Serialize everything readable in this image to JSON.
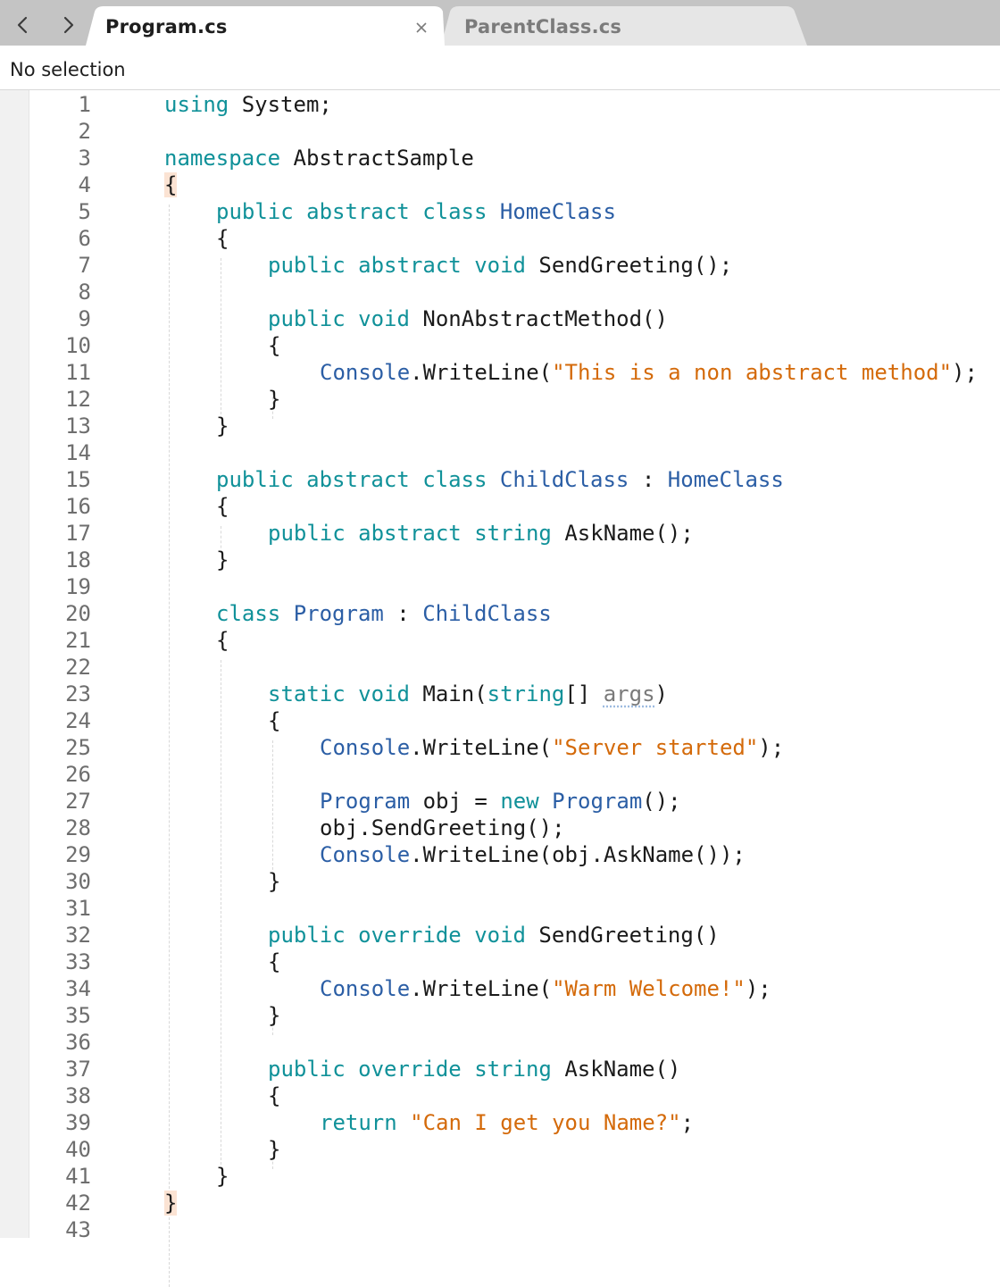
{
  "tabs": [
    {
      "label": "Program.cs",
      "active": true
    },
    {
      "label": "ParentClass.cs",
      "active": false
    }
  ],
  "navigation": {
    "back_icon": "chevron-left-icon",
    "forward_icon": "chevron-right-icon",
    "close_icon": "close-icon"
  },
  "selection_label": "No selection",
  "colors": {
    "keyword": "#109199",
    "type": "#2b5ea5",
    "string": "#d46a0a",
    "text": "#1a1a1a",
    "line_number": "#6e6e6e",
    "brace_highlight": "#fbe3d3"
  },
  "code_lines": [
    {
      "n": "1",
      "indent": 0,
      "tokens": [
        [
          "kw",
          "using"
        ],
        [
          "plain",
          " System;"
        ]
      ]
    },
    {
      "n": "2",
      "indent": 0,
      "tokens": []
    },
    {
      "n": "3",
      "indent": 0,
      "tokens": [
        [
          "kw",
          "namespace"
        ],
        [
          "plain",
          " AbstractSample"
        ]
      ]
    },
    {
      "n": "4",
      "indent": 0,
      "tokens": [
        [
          "brace",
          "{"
        ]
      ]
    },
    {
      "n": "5",
      "indent": 1,
      "tokens": [
        [
          "kw",
          "public abstract class"
        ],
        [
          "plain",
          " "
        ],
        [
          "ty",
          "HomeClass"
        ]
      ]
    },
    {
      "n": "6",
      "indent": 1,
      "tokens": [
        [
          "plain",
          "{"
        ]
      ]
    },
    {
      "n": "7",
      "indent": 2,
      "tokens": [
        [
          "kw",
          "public abstract void"
        ],
        [
          "plain",
          " SendGreeting();"
        ]
      ]
    },
    {
      "n": "8",
      "indent": 0,
      "tokens": []
    },
    {
      "n": "9",
      "indent": 2,
      "tokens": [
        [
          "kw",
          "public void"
        ],
        [
          "plain",
          " NonAbstractMethod()"
        ]
      ]
    },
    {
      "n": "10",
      "indent": 2,
      "tokens": [
        [
          "plain",
          "{"
        ]
      ]
    },
    {
      "n": "11",
      "indent": 3,
      "tokens": [
        [
          "ty",
          "Console"
        ],
        [
          "plain",
          ".WriteLine("
        ],
        [
          "str",
          "\"This is a non abstract method\""
        ],
        [
          "plain",
          ");"
        ]
      ]
    },
    {
      "n": "12",
      "indent": 2,
      "tokens": [
        [
          "plain",
          "}"
        ]
      ]
    },
    {
      "n": "13",
      "indent": 1,
      "tokens": [
        [
          "plain",
          "}"
        ]
      ]
    },
    {
      "n": "14",
      "indent": 0,
      "tokens": []
    },
    {
      "n": "15",
      "indent": 1,
      "tokens": [
        [
          "kw",
          "public abstract class"
        ],
        [
          "plain",
          " "
        ],
        [
          "ty",
          "ChildClass"
        ],
        [
          "plain",
          " : "
        ],
        [
          "ty",
          "HomeClass"
        ]
      ]
    },
    {
      "n": "16",
      "indent": 1,
      "tokens": [
        [
          "plain",
          "{"
        ]
      ]
    },
    {
      "n": "17",
      "indent": 2,
      "tokens": [
        [
          "kw",
          "public abstract string"
        ],
        [
          "plain",
          " AskName();"
        ]
      ]
    },
    {
      "n": "18",
      "indent": 1,
      "tokens": [
        [
          "plain",
          "}"
        ]
      ]
    },
    {
      "n": "19",
      "indent": 0,
      "tokens": []
    },
    {
      "n": "20",
      "indent": 1,
      "tokens": [
        [
          "kw",
          "class"
        ],
        [
          "plain",
          " "
        ],
        [
          "ty",
          "Program"
        ],
        [
          "plain",
          " : "
        ],
        [
          "ty",
          "ChildClass"
        ]
      ]
    },
    {
      "n": "21",
      "indent": 1,
      "tokens": [
        [
          "plain",
          "{"
        ]
      ]
    },
    {
      "n": "22",
      "indent": 0,
      "tokens": []
    },
    {
      "n": "23",
      "indent": 2,
      "tokens": [
        [
          "kw",
          "static void"
        ],
        [
          "plain",
          " Main("
        ],
        [
          "kw",
          "string"
        ],
        [
          "plain",
          "[] "
        ],
        [
          "param",
          "args"
        ],
        [
          "plain",
          ")"
        ]
      ]
    },
    {
      "n": "24",
      "indent": 2,
      "tokens": [
        [
          "plain",
          "{"
        ]
      ]
    },
    {
      "n": "25",
      "indent": 3,
      "tokens": [
        [
          "ty",
          "Console"
        ],
        [
          "plain",
          ".WriteLine("
        ],
        [
          "str",
          "\"Server started\""
        ],
        [
          "plain",
          ");"
        ]
      ]
    },
    {
      "n": "26",
      "indent": 0,
      "tokens": []
    },
    {
      "n": "27",
      "indent": 3,
      "tokens": [
        [
          "ty",
          "Program"
        ],
        [
          "plain",
          " obj = "
        ],
        [
          "kw",
          "new"
        ],
        [
          "plain",
          " "
        ],
        [
          "ty",
          "Program"
        ],
        [
          "plain",
          "();"
        ]
      ]
    },
    {
      "n": "28",
      "indent": 3,
      "tokens": [
        [
          "plain",
          "obj.SendGreeting();"
        ]
      ]
    },
    {
      "n": "29",
      "indent": 3,
      "tokens": [
        [
          "ty",
          "Console"
        ],
        [
          "plain",
          ".WriteLine(obj.AskName());"
        ]
      ]
    },
    {
      "n": "30",
      "indent": 2,
      "tokens": [
        [
          "plain",
          "}"
        ]
      ]
    },
    {
      "n": "31",
      "indent": 0,
      "tokens": []
    },
    {
      "n": "32",
      "indent": 2,
      "tokens": [
        [
          "kw",
          "public override void"
        ],
        [
          "plain",
          " SendGreeting()"
        ]
      ]
    },
    {
      "n": "33",
      "indent": 2,
      "tokens": [
        [
          "plain",
          "{"
        ]
      ]
    },
    {
      "n": "34",
      "indent": 3,
      "tokens": [
        [
          "ty",
          "Console"
        ],
        [
          "plain",
          ".WriteLine("
        ],
        [
          "str",
          "\"Warm Welcome!\""
        ],
        [
          "plain",
          ");"
        ]
      ]
    },
    {
      "n": "35",
      "indent": 2,
      "tokens": [
        [
          "plain",
          "}"
        ]
      ]
    },
    {
      "n": "36",
      "indent": 0,
      "tokens": []
    },
    {
      "n": "37",
      "indent": 2,
      "tokens": [
        [
          "kw",
          "public override string"
        ],
        [
          "plain",
          " AskName()"
        ]
      ]
    },
    {
      "n": "38",
      "indent": 2,
      "tokens": [
        [
          "plain",
          "{"
        ]
      ]
    },
    {
      "n": "39",
      "indent": 3,
      "tokens": [
        [
          "kw",
          "return"
        ],
        [
          "plain",
          " "
        ],
        [
          "str",
          "\"Can I get you Name?\""
        ],
        [
          "plain",
          ";"
        ]
      ]
    },
    {
      "n": "40",
      "indent": 2,
      "tokens": [
        [
          "plain",
          "}"
        ]
      ]
    },
    {
      "n": "41",
      "indent": 1,
      "tokens": [
        [
          "plain",
          "}"
        ]
      ]
    },
    {
      "n": "42",
      "indent": 0,
      "tokens": [
        [
          "brace",
          "}"
        ]
      ]
    },
    {
      "n": "43",
      "indent": 0,
      "tokens": []
    }
  ]
}
